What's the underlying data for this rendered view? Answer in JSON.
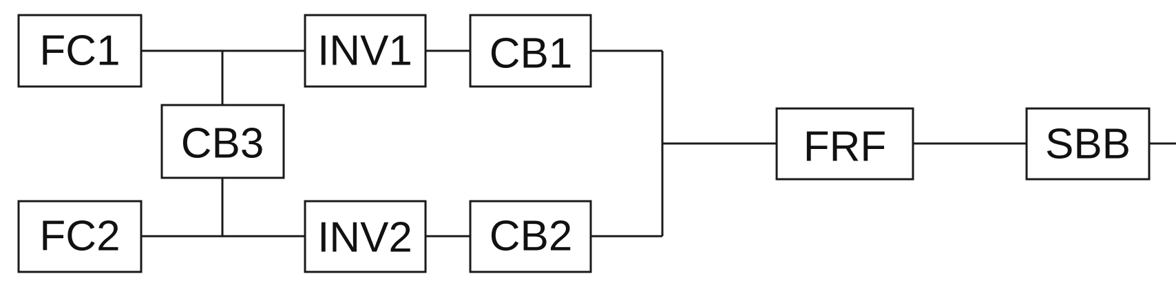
{
  "diagram": {
    "blocks": {
      "fc1": "FC1",
      "fc2": "FC2",
      "cb3": "CB3",
      "inv1": "INV1",
      "inv2": "INV2",
      "cb1": "CB1",
      "cb2": "CB2",
      "frf": "FRF",
      "sbb": "SBB"
    }
  }
}
